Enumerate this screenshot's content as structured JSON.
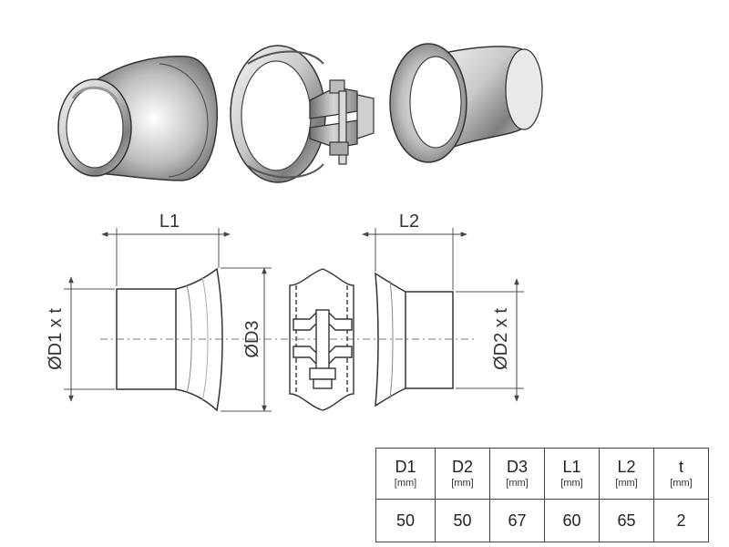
{
  "dimensions": {
    "l1": "L1",
    "l2": "L2",
    "d1": "ØD1 x t",
    "d2": "ØD2 x t",
    "d3": "ØD3"
  },
  "spec_table": {
    "headers": [
      {
        "name": "D1",
        "unit": "[mm]"
      },
      {
        "name": "D2",
        "unit": "[mm]"
      },
      {
        "name": "D3",
        "unit": "[mm]"
      },
      {
        "name": "L1",
        "unit": "[mm]"
      },
      {
        "name": "L2",
        "unit": "[mm]"
      },
      {
        "name": "t",
        "unit": "[mm]"
      }
    ],
    "values": [
      "50",
      "50",
      "67",
      "60",
      "65",
      "2"
    ]
  }
}
